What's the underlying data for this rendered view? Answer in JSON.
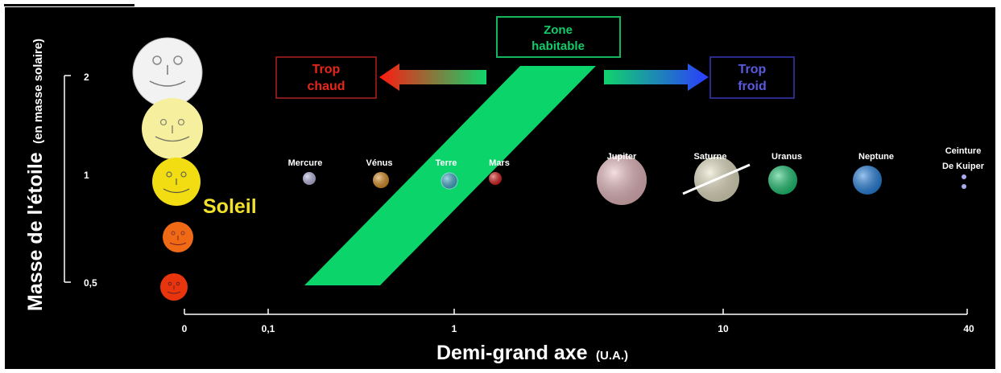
{
  "y_axis": {
    "title_main": "Masse de l'étoile",
    "title_unit": "(en masse solaire)",
    "ticks": [
      "2",
      "1",
      "0,5"
    ]
  },
  "x_axis": {
    "title_main": "Demi-grand axe",
    "title_unit": "(U.A.)",
    "ticks": [
      "0",
      "0,1",
      "1",
      "10",
      "40"
    ]
  },
  "zone": {
    "label_line1": "Zone",
    "label_line2": "habitable",
    "color": "#0bd46a"
  },
  "too_hot": {
    "line1": "Trop",
    "line2": "chaud",
    "color": "#e8261c"
  },
  "too_cold": {
    "line1": "Trop",
    "line2": "froid",
    "color": "#4f4fd8"
  },
  "sun_label": "Soleil",
  "planets": [
    {
      "name": "Mercure",
      "icon": "mercury-planet-icon",
      "color": "#b8b6e0"
    },
    {
      "name": "Vénus",
      "icon": "venus-planet-icon",
      "color": "#d98a1c"
    },
    {
      "name": "Terre",
      "icon": "earth-planet-icon",
      "color": "#3aa9c8"
    },
    {
      "name": "Mars",
      "icon": "mars-planet-icon",
      "color": "#d81818"
    },
    {
      "name": "Jupiter",
      "icon": "jupiter-planet-icon",
      "color": "#e9b8bd"
    },
    {
      "name": "Saturne",
      "icon": "saturn-planet-icon",
      "color": "#e6e1c2"
    },
    {
      "name": "Uranus",
      "icon": "uranus-planet-icon",
      "color": "#16c46e"
    },
    {
      "name": "Neptune",
      "icon": "neptune-planet-icon",
      "color": "#1f7fe0"
    }
  ],
  "kuiper": {
    "line1": "Ceinture",
    "line2": "De Kuiper"
  },
  "stars": [
    {
      "icon": "white-star-face-icon",
      "color": "#f2f2f2"
    },
    {
      "icon": "pale-yellow-star-face-icon",
      "color": "#f6ef9e"
    },
    {
      "icon": "yellow-star-face-icon",
      "color": "#f2dc12"
    },
    {
      "icon": "orange-star-face-icon",
      "color": "#f06a16"
    },
    {
      "icon": "red-star-face-icon",
      "color": "#e8350e"
    }
  ]
}
